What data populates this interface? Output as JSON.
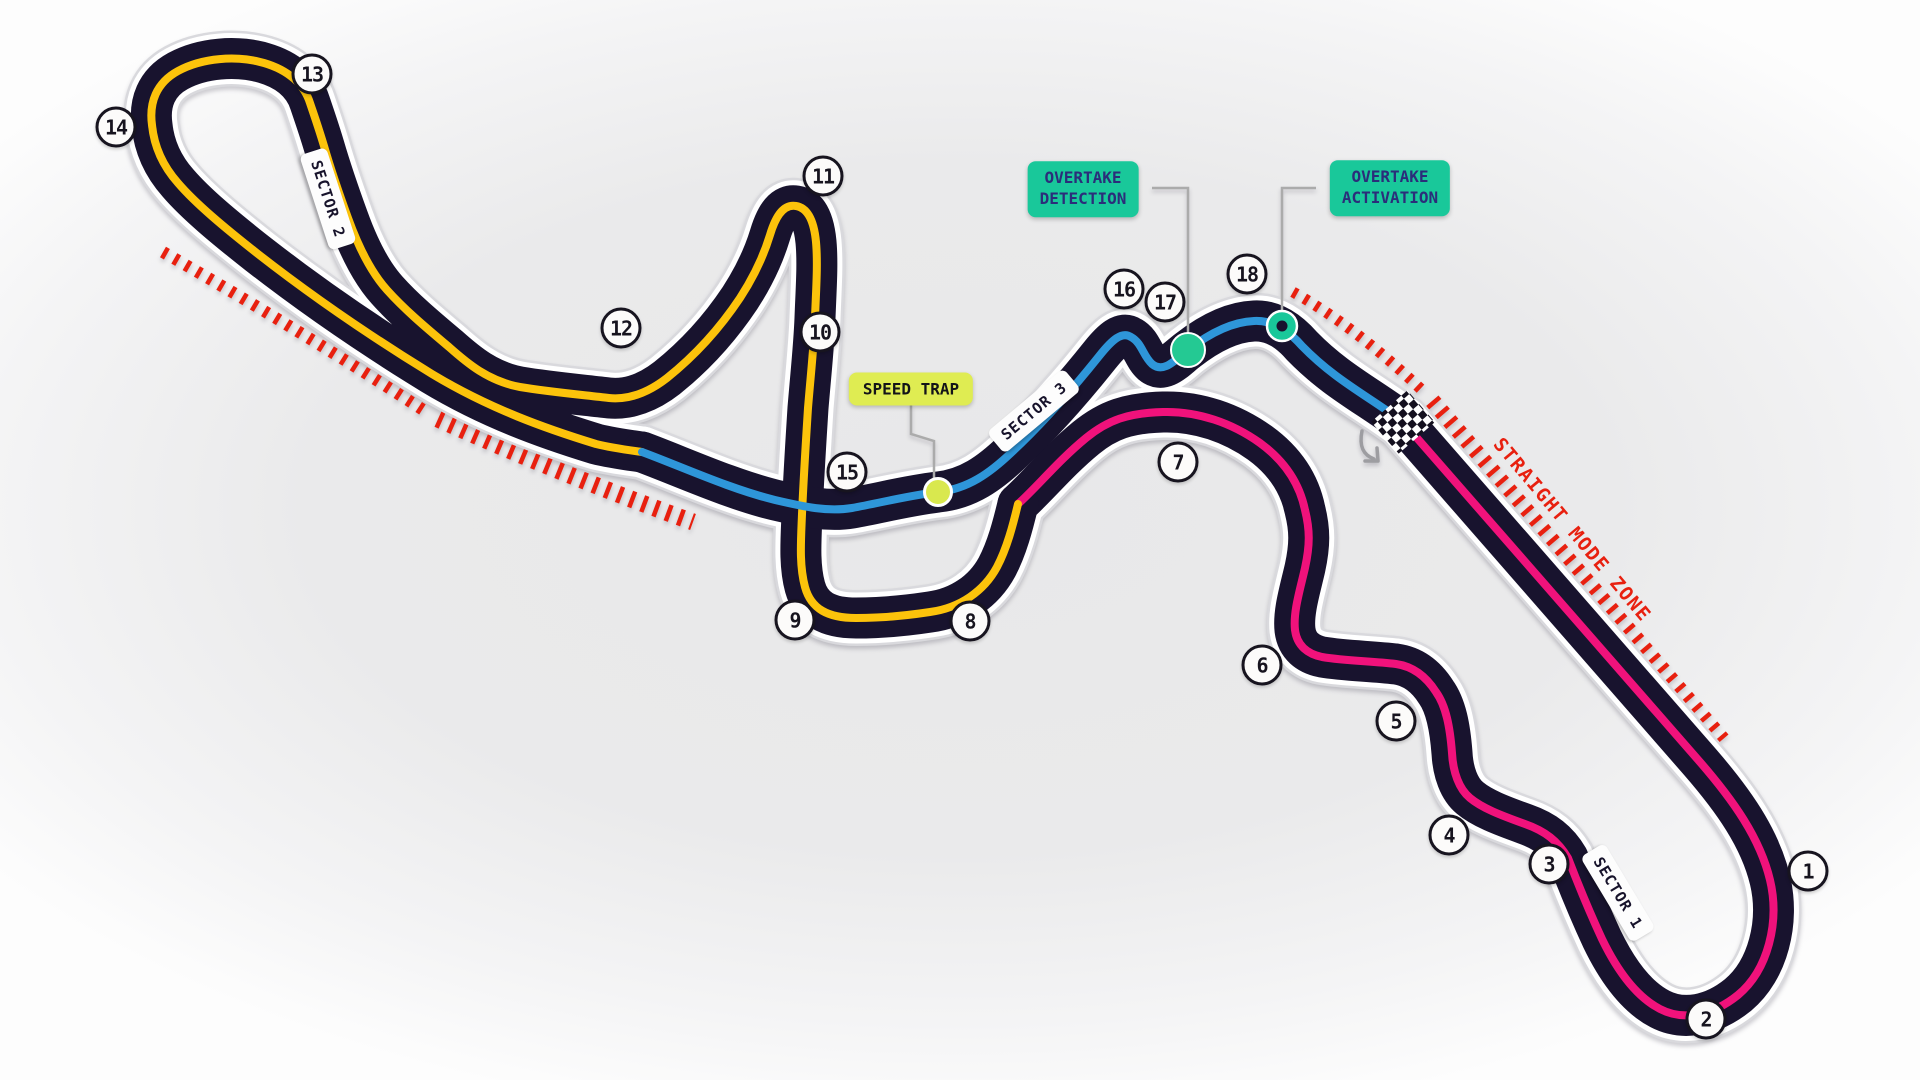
{
  "turns": [
    {
      "n": "1"
    },
    {
      "n": "2"
    },
    {
      "n": "3"
    },
    {
      "n": "4"
    },
    {
      "n": "5"
    },
    {
      "n": "6"
    },
    {
      "n": "7"
    },
    {
      "n": "8"
    },
    {
      "n": "9"
    },
    {
      "n": "10"
    },
    {
      "n": "11"
    },
    {
      "n": "12"
    },
    {
      "n": "13"
    },
    {
      "n": "14"
    },
    {
      "n": "15"
    },
    {
      "n": "16"
    },
    {
      "n": "17"
    },
    {
      "n": "18"
    }
  ],
  "sector_labels": [
    {
      "label": "SECTOR 1"
    },
    {
      "label": "SECTOR 2"
    },
    {
      "label": "SECTOR 3"
    }
  ],
  "badges": {
    "speed_trap": {
      "label": "SPEED TRAP"
    },
    "overtake_detection": {
      "line1": "OVERTAKE",
      "line2": "DETECTION"
    },
    "overtake_activation": {
      "line1": "OVERTAKE",
      "line2": "ACTIVATION"
    }
  },
  "zones": {
    "straight_mode": "STRAIGHT MODE ZONE"
  },
  "colors": {
    "track": "#18132e",
    "track_casing": "#ffffff",
    "sector1_line": "#f0127b",
    "sector2_line": "#fcc30b",
    "sector3_line": "#2e96d9",
    "drs_red": "#e8200f",
    "overtake_green": "#19c89a",
    "speed_trap_lime": "#dfec52",
    "background": "#e9e9ea"
  }
}
